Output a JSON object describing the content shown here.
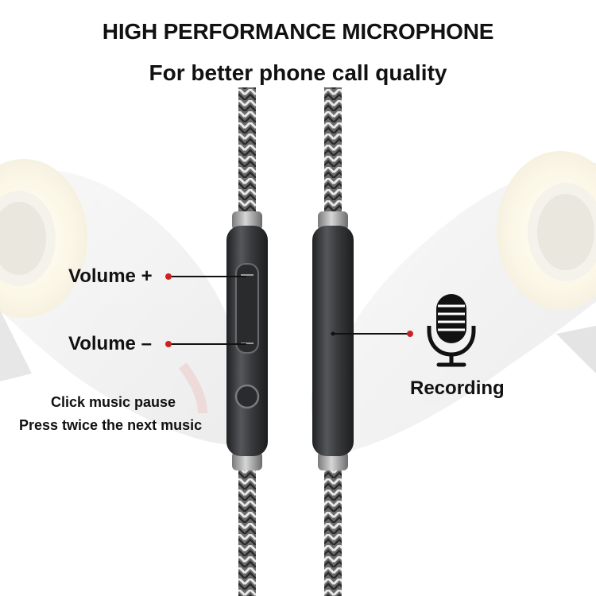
{
  "header": {
    "title": "HIGH PERFORMANCE MICROPHONE",
    "subtitle": "For better phone call quality"
  },
  "controls": {
    "volume_up": "Volume +",
    "volume_down": "Volume –",
    "click_action": "Click music pause",
    "double_click_action": "Press twice the next music"
  },
  "microphone": {
    "label": "Recording",
    "icon": "microphone-icon"
  },
  "colors": {
    "pointer_dot": "#cc2222",
    "remote_body": "#3a3b3d",
    "text": "#111111"
  }
}
